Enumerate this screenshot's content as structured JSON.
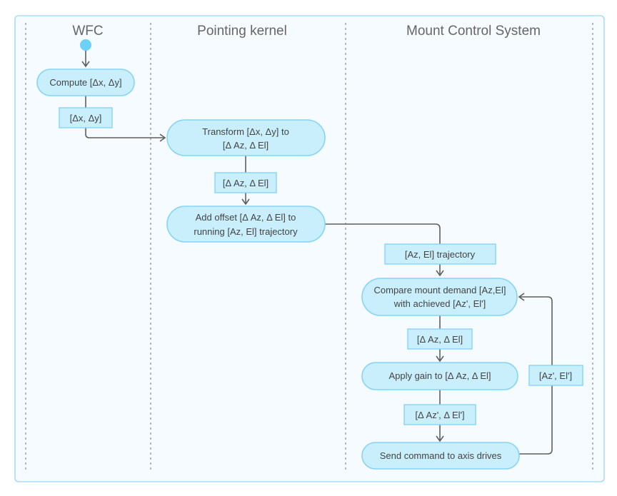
{
  "lanes": {
    "wfc": "WFC",
    "pointing_kernel": "Pointing kernel",
    "mount_control": "Mount Control System"
  },
  "actions": {
    "compute": "Compute [Δx, Δy]",
    "transform_line1": "Transform [Δx, Δy] to",
    "transform_line2": "[Δ Az,  Δ El]",
    "add_offset_line1": "Add offset [Δ Az, Δ El] to",
    "add_offset_line2": "running [Az, El] trajectory",
    "compare_line1": "Compare mount demand [Az,El]",
    "compare_line2": "with achieved [Az', El']",
    "apply_gain": "Apply gain to [Δ Az, Δ El]",
    "send_command": "Send command to axis drives"
  },
  "object_flows": {
    "dxdy": "[Δx, Δy]",
    "daz_del_1": "[Δ Az,  Δ El]",
    "azel_trajectory": "[Az, El] trajectory",
    "daz_del_2": "[Δ Az,  Δ El]",
    "daz_del_prime": "[Δ Az', Δ El']",
    "az_el_prime": "[Az', El']"
  },
  "colors": {
    "node_fill": "#c9eefc",
    "node_stroke": "#86d4f6",
    "start_node": "#6dd0f7",
    "frame_stroke": "#a8def5",
    "frame_fill": "#f5fbfe"
  }
}
